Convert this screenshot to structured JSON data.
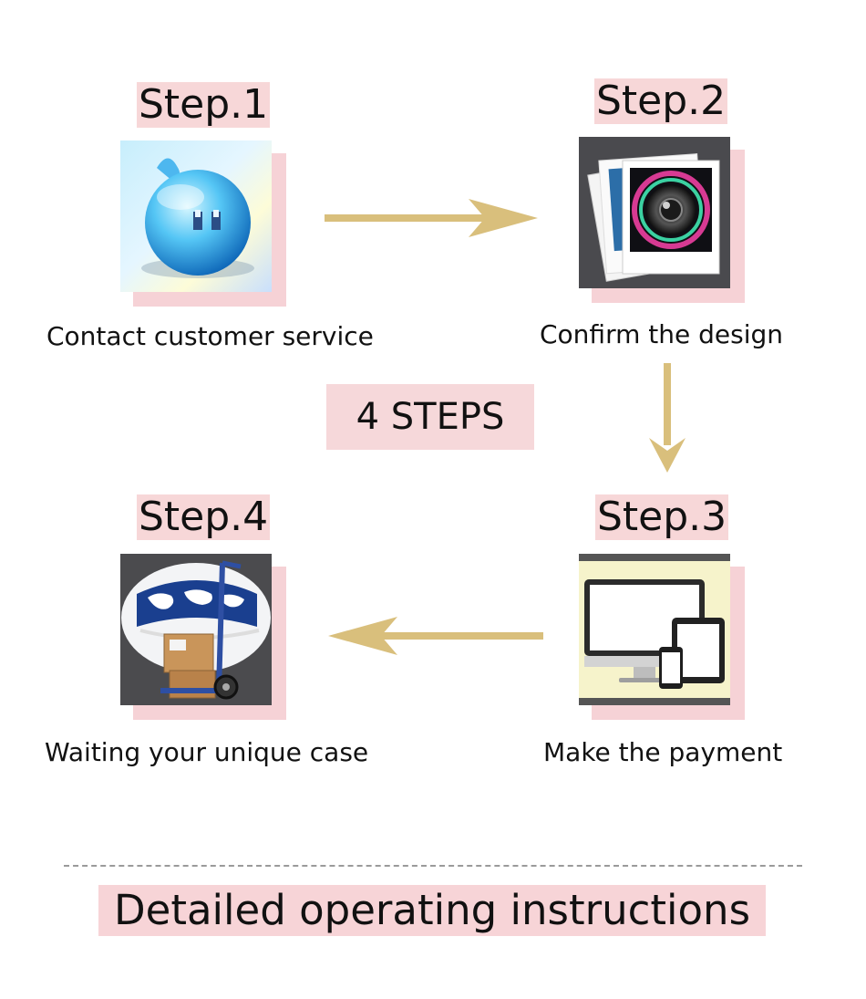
{
  "steps": [
    {
      "title": "Step.1",
      "caption": "Contact customer service",
      "icon": "chat-bubble-icon"
    },
    {
      "title": "Step.2",
      "caption": "Confirm the design",
      "icon": "camera-photos-icon"
    },
    {
      "title": "Step.3",
      "caption": "Make the payment",
      "icon": "devices-icon"
    },
    {
      "title": "Step.4",
      "caption": "Waiting your unique case",
      "icon": "delivery-globe-icon"
    }
  ],
  "center_label": "4 STEPS",
  "footer_title": "Detailed operating instructions",
  "colors": {
    "highlight": "#f7d7d8",
    "arrow": "#d9bf7c",
    "text": "#111111"
  }
}
